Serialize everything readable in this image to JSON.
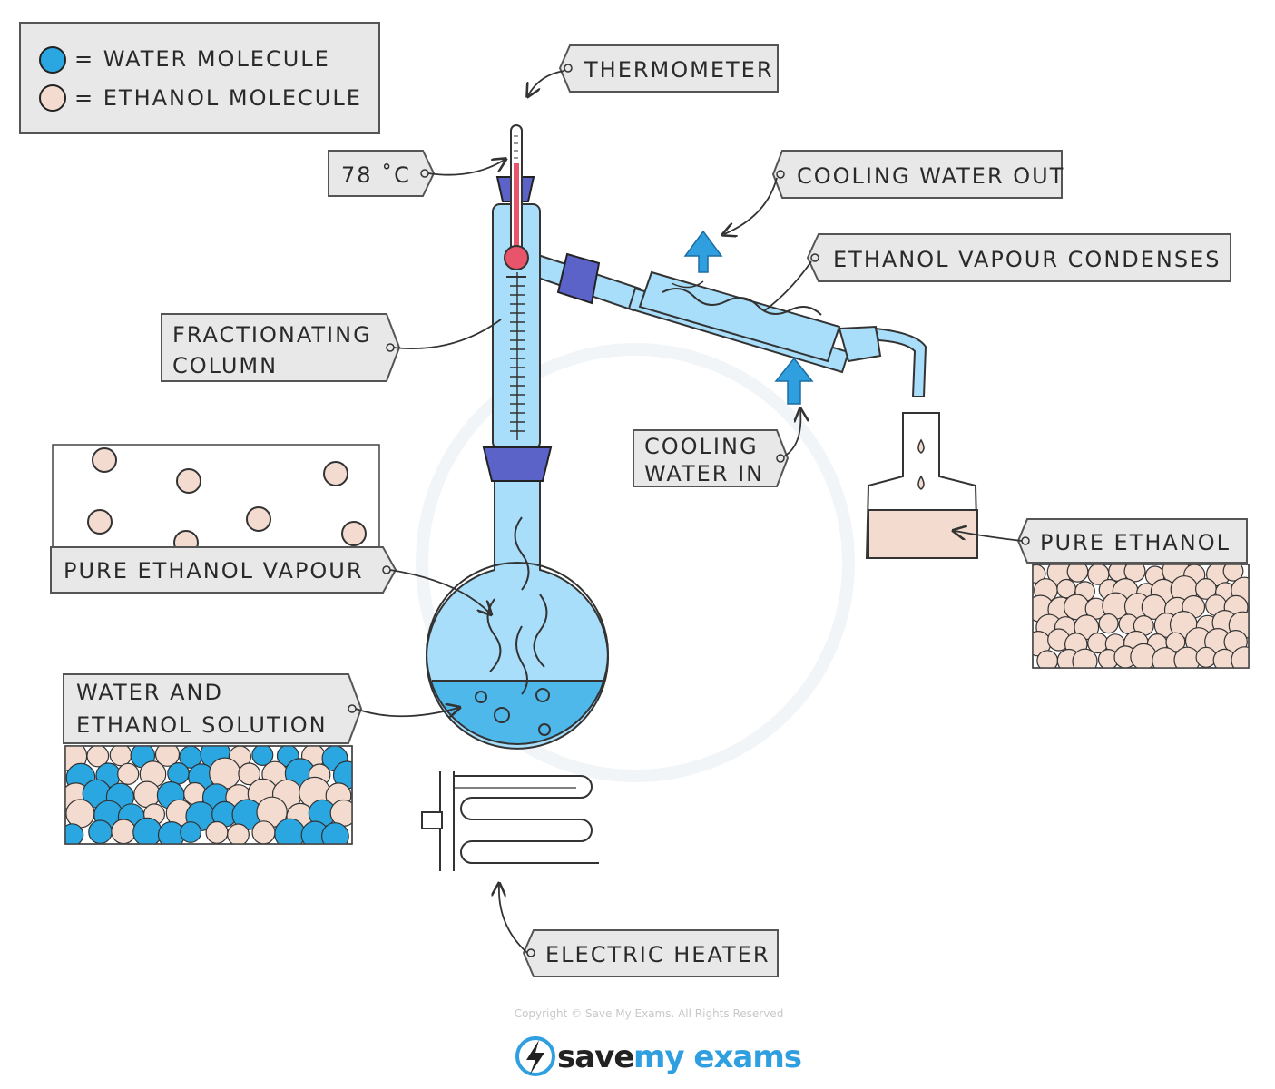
{
  "legend": {
    "water": "= WATER  MOLECULE",
    "ethanol": "= ETHANOL  MOLECULE"
  },
  "labels": {
    "thermometer": "THERMOMETER",
    "temperature": "78 ˚C",
    "cooling_water_out": "COOLING WATER OUT",
    "ethanol_vapour_condenses": "ETHANOL  VAPOUR  CONDENSES",
    "fractionating_column_1": "FRACTIONATING",
    "fractionating_column_2": "COLUMN",
    "cooling_water_in_1": "COOLING",
    "cooling_water_in_2": "WATER  IN",
    "pure_ethanol_vapour": "PURE  ETHANOL  VAPOUR",
    "pure_ethanol": "PURE  ETHANOL",
    "water_ethanol_solution_1": "WATER  AND",
    "water_ethanol_solution_2": "ETHANOL  SOLUTION",
    "electric_heater": "ELECTRIC  HEATER"
  },
  "footer": {
    "copyright": "Copyright © Save My Exams. All Rights Reserved",
    "brand_save": "save",
    "brand_myexams": "my exams"
  },
  "colors": {
    "water": "#2aa6e0",
    "ethanol": "#f3dccf",
    "glass": "#a9defa",
    "liquid": "#4fb8ea",
    "bung": "#5b63c8",
    "thermometer_red": "#e8556a",
    "label_box": "#e8e8e8",
    "arrow": "#2f9fe0"
  }
}
